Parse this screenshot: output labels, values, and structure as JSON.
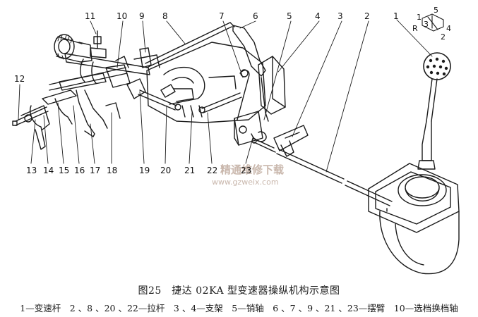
{
  "callouts": [
    "1",
    "2",
    "3",
    "4",
    "5",
    "6",
    "7",
    "8",
    "9",
    "10",
    "11",
    "12",
    "13",
    "14",
    "15",
    "16",
    "17",
    "18",
    "19",
    "20",
    "21",
    "22",
    "23"
  ],
  "gate": {
    "top": "5",
    "left_top": "1",
    "left_mid": "3",
    "right_mid": "4",
    "bottom": "2",
    "reverse": "R"
  },
  "watermark": {
    "cn": "精通维修下载",
    "url": "www.gzweix.com"
  },
  "caption": {
    "title": "图25　捷达 02KA 型变速器操纵机构示意图",
    "legend": "1—变速杆　2 、8 、20 、22—拉杆　3 、4—支架　5—销轴　6 、7 、9 、21 、23—摆臂　10—选档换档轴"
  }
}
